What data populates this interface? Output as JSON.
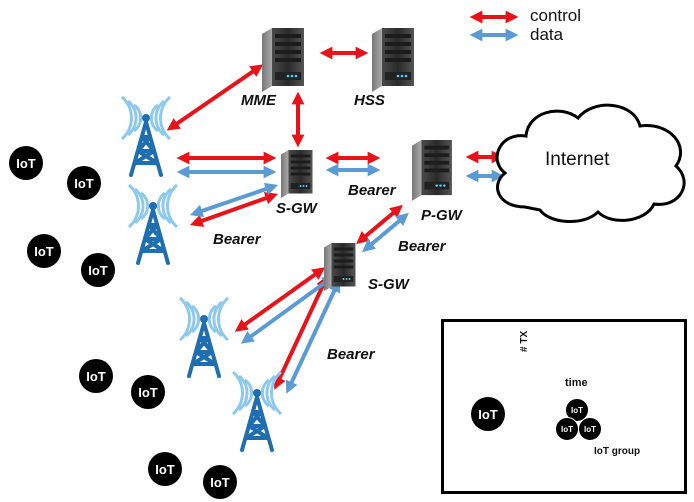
{
  "legend": {
    "control": "control",
    "data": "data"
  },
  "nodes": {
    "mme": "MME",
    "hss": "HSS",
    "sgw_top": "S-GW",
    "pgw": "P-GW",
    "sgw_bottom": "S-GW",
    "internet": "Internet"
  },
  "bearers": [
    "Bearer",
    "Bearer",
    "Bearer",
    "Bearer"
  ],
  "iot_label": "IoT",
  "inset": {
    "ylabel": "# TX",
    "xlabel": "time",
    "group_label": "IoT group"
  },
  "colors": {
    "control": "#e8121a",
    "data": "#5b9bd5",
    "tower": "#1f6fb0"
  }
}
